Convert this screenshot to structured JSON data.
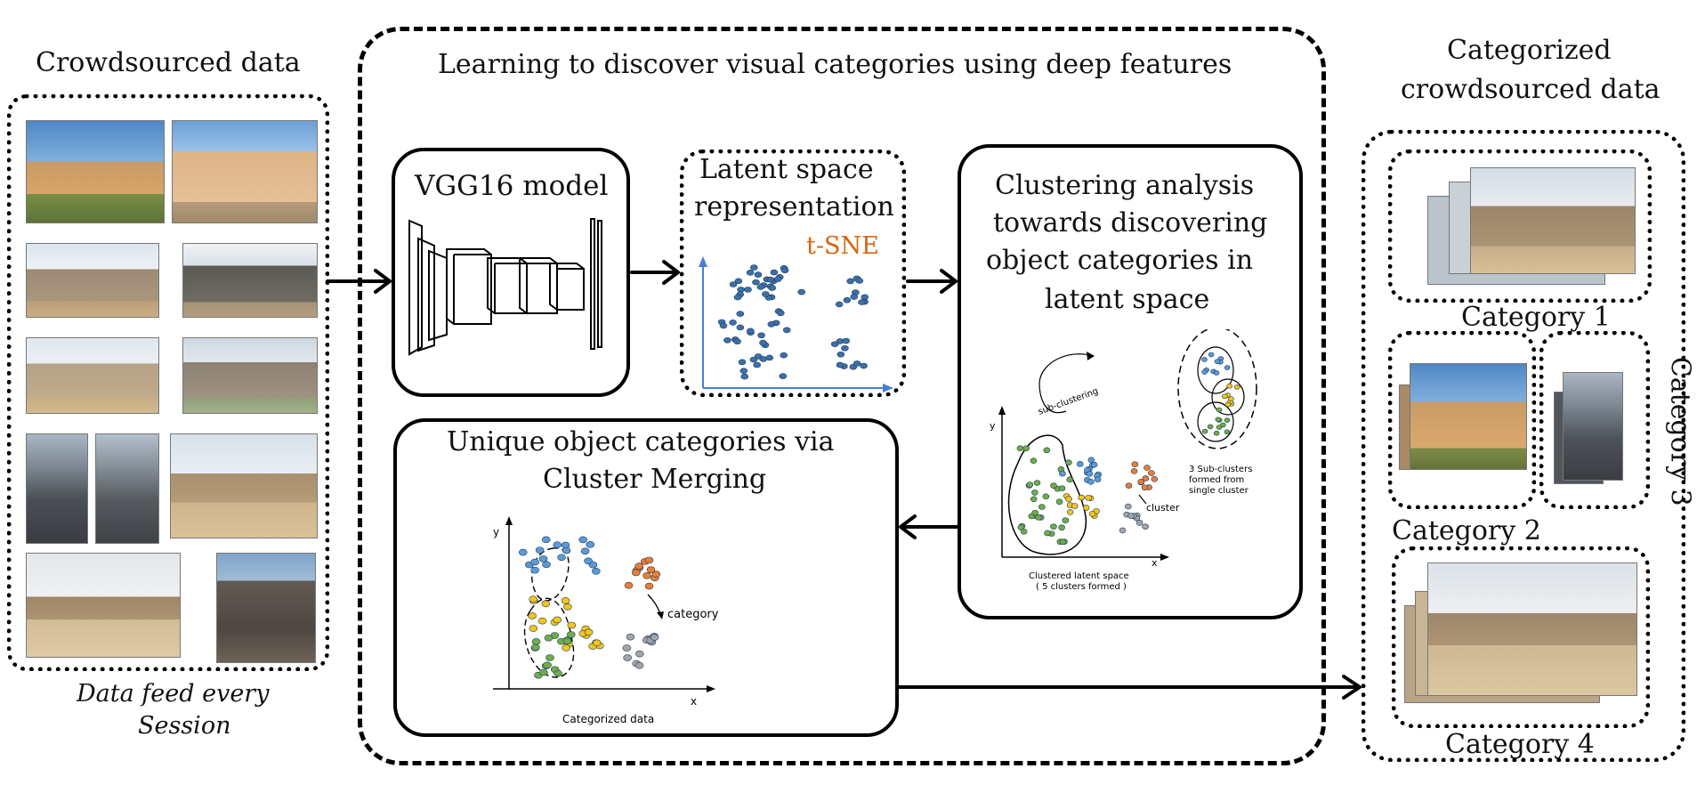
{
  "left_panel": {
    "title": "Crowdsourced data",
    "caption_line1": "Data feed every",
    "caption_line2": "Session"
  },
  "center_panel": {
    "title": "Learning to discover visual categories using deep features",
    "vgg": {
      "label": "VGG16 model"
    },
    "latent": {
      "line1": "Latent space",
      "line2": "representation",
      "tsne": "t-SNE"
    },
    "clustering": {
      "line1": "Clustering analysis",
      "line2": "towards discovering",
      "line3": "object categories  in",
      "line4": "latent space",
      "subclustering": "sub-clustering",
      "cluster": "cluster",
      "sub_note_1": "3 Sub-clusters",
      "sub_note_2": "formed from",
      "sub_note_3": "single cluster",
      "caption_1": "Clustered latent space",
      "caption_2": "( 5 clusters formed )",
      "axis_x": "x",
      "axis_y": "y"
    },
    "merging": {
      "line1": "Unique object categories via",
      "line2": "Cluster Merging",
      "category": "category",
      "caption": "Categorized data",
      "axis_x": "x",
      "axis_y": "y"
    }
  },
  "right_panel": {
    "title_line1": "Categorized",
    "title_line2": "crowdsourced data",
    "category1": "Category 1",
    "category2": "Category 2",
    "category3": "Category 3",
    "category4": "Category 4"
  },
  "colors": {
    "tsne_orange": "#d9640f",
    "axis_blue": "#4a7fd0",
    "cluster_blue": "#5b9bd5",
    "cluster_orange": "#ed7d31",
    "cluster_yellow": "#f5c518",
    "cluster_green": "#70ad47",
    "cluster_gray": "#a5a5a5",
    "tsne_dot": "#3d6fa8"
  }
}
